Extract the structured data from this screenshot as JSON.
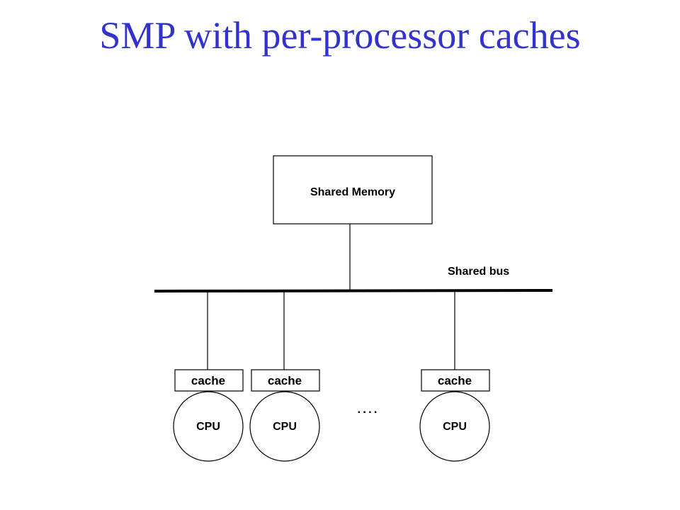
{
  "slide": {
    "title": "SMP with per-processor caches",
    "title_color": "#3333cc"
  },
  "diagram": {
    "memory": {
      "label": "Shared Memory"
    },
    "bus": {
      "label": "Shared bus"
    },
    "processors": [
      {
        "cache_label": "cache",
        "cpu_label": "CPU"
      },
      {
        "cache_label": "cache",
        "cpu_label": "CPU"
      },
      {
        "cache_label": "cache",
        "cpu_label": "CPU"
      }
    ],
    "ellipsis": "...."
  }
}
